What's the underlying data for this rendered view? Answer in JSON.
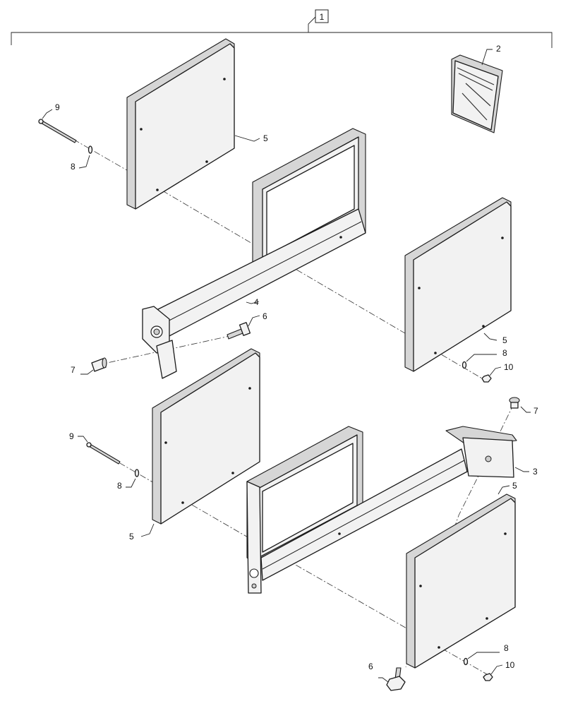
{
  "assembly_label": "1",
  "callouts": {
    "kit_manual": "2",
    "right_bracket": "3",
    "left_bracket": "4",
    "plate_upper_left": "5",
    "plate_upper_right": "5",
    "plate_lower_left": "5",
    "plate_lower_right": "5",
    "bolt_upper": "6",
    "bolt_lower": "6",
    "pin_left": "7",
    "pin_right": "7",
    "washer_upper_left": "8",
    "washer_upper_right": "8",
    "washer_lower_left": "8",
    "washer_lower_right": "8",
    "stud_upper": "9",
    "stud_lower": "9",
    "nut_upper": "10",
    "nut_lower": "10"
  }
}
